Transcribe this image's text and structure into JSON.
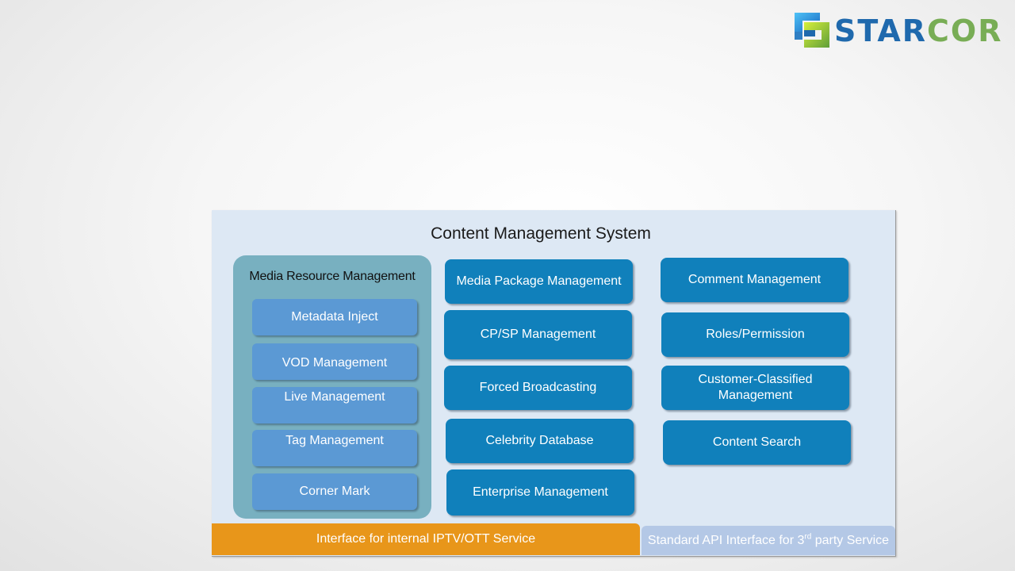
{
  "logo": {
    "name": "STARCOR",
    "part_blue": "STAR",
    "part_green": "COR",
    "colors": {
      "blue": "#1f69ad",
      "green": "#78ad55"
    }
  },
  "diagram": {
    "title": "Content Management System",
    "media_resource_management": {
      "title": "Media Resource Management",
      "items": [
        {
          "label": "Metadata Inject"
        },
        {
          "label": "VOD Management"
        },
        {
          "label": "Live Management"
        },
        {
          "label": "Tag Management"
        },
        {
          "label": "Corner Mark"
        }
      ]
    },
    "middle_column": [
      {
        "label": "Media Package Management"
      },
      {
        "label": "CP/SP Management"
      },
      {
        "label": "Forced Broadcasting"
      },
      {
        "label": "Celebrity Database"
      },
      {
        "label": "Enterprise Management"
      }
    ],
    "right_column": [
      {
        "label": "Comment Management"
      },
      {
        "label": "Roles/Permission"
      },
      {
        "label": "Customer-Classified Management"
      },
      {
        "label": "Content Search"
      }
    ],
    "interfaces": {
      "internal": "Interface for internal IPTV/OTT Service",
      "external_prefix": "Standard API Interface for 3",
      "external_sup": "rd",
      "external_suffix": " party Service"
    },
    "colors": {
      "panel": "#dde8f4",
      "group": "#78b0c0",
      "sub_item": "#5b99d4",
      "module": "#1080bb",
      "internal_interface": "#e8961a",
      "external_interface": "#b4c8e6"
    }
  }
}
